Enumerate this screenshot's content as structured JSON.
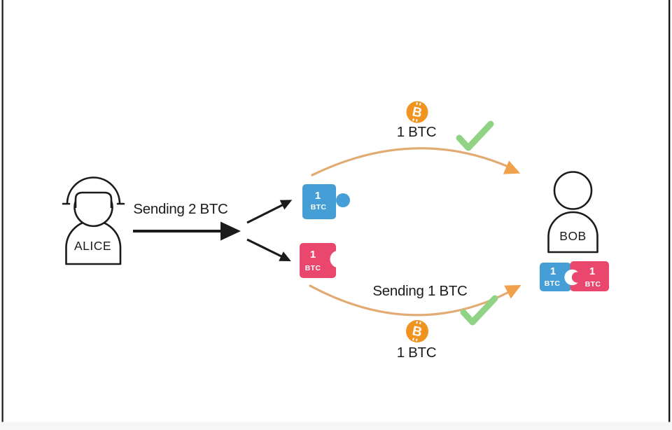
{
  "colors": {
    "blue": "#459fd6",
    "pink": "#e9476e",
    "bitcoin": "#f0931f",
    "arc_line": "#e2ab74",
    "arrowhead": "#f1a14c",
    "checkmark": "#90d385",
    "ink": "#1b1b1b"
  },
  "alice": {
    "label": "ALICE"
  },
  "bob": {
    "label": "BOB"
  },
  "flow": {
    "send2_label": "Sending 2 BTC",
    "send1_label": "Sending 1 BTC",
    "top_amount": "1 BTC",
    "bottom_amount": "1 BTC"
  },
  "coin": {
    "symbol": "B"
  },
  "pieces": {
    "alice_blue": {
      "value": "1",
      "unit": "BTC"
    },
    "alice_pink": {
      "value": "1",
      "unit": "BTC"
    },
    "bob_blue": {
      "value": "1",
      "unit": "BTC"
    },
    "bob_pink": {
      "value": "1",
      "unit": "BTC"
    }
  }
}
